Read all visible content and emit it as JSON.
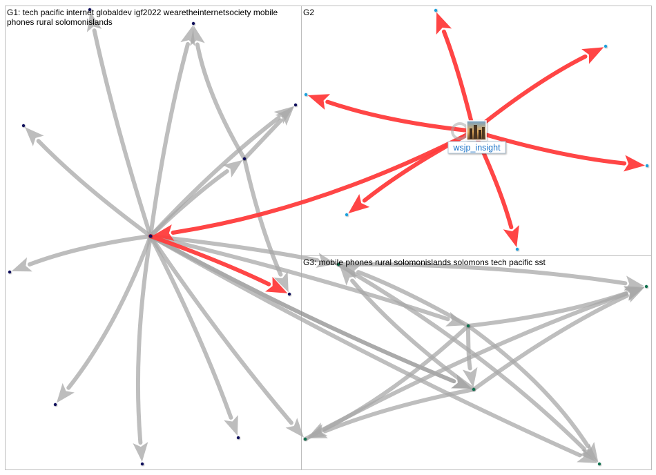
{
  "colors": {
    "edge_grey": "#a8a8a8",
    "edge_dark": "#8e8e8e",
    "edge_red": "#ff3c3c",
    "g1_node": "#0a0a5a",
    "g2_node": "#1ea0dc",
    "g3_node": "#0f6f4e",
    "panel_border": "#bdbdbd"
  },
  "groups": [
    {
      "id": "G1",
      "label_line1": "G1: tech pacific internet globaldev igf2022 wearetheinternetsociety mobile",
      "label_line2": "phones rural solomonislands"
    },
    {
      "id": "G2",
      "label_line1": "G2",
      "label_line2": ""
    },
    {
      "id": "G3",
      "label_line1": "G3: mobile phones rural solomonislands solomons tech pacific sst",
      "label_line2": ""
    }
  ],
  "featured_node": {
    "name": "wsjp_insight",
    "image_icon": "city-photo-thumbnail-icon"
  }
}
